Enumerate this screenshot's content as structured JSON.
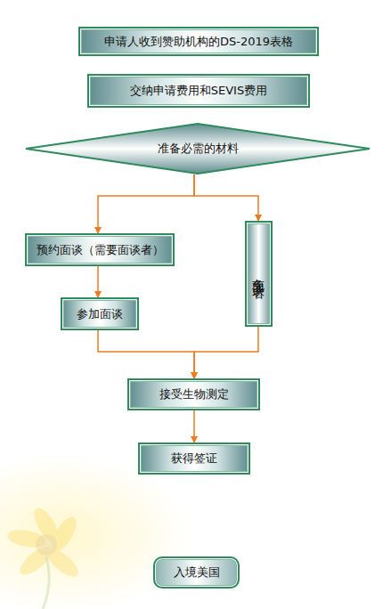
{
  "diagram": {
    "nodes": [
      {
        "text": [
          "申请人收到赞助机构的DS-2019表格"
        ]
      },
      {
        "text": [
          "交纳申请费用和SEVIS费用"
        ]
      },
      {
        "text": [
          "准备必需的材料"
        ]
      },
      {
        "text": [
          "预约面谈（需要面谈者）"
        ]
      },
      {
        "text": [
          "免面谈者"
        ]
      },
      {
        "text": [
          "参加面谈"
        ]
      },
      {
        "text": [
          "接受生物测定"
        ]
      },
      {
        "text": [
          "获得签证"
        ]
      },
      {
        "text": [
          "入境美国"
        ]
      }
    ],
    "edges": [
      {
        "from": 2,
        "to": 3,
        "arrow": "to"
      },
      {
        "from": 2,
        "to": 4,
        "arrow": "to"
      },
      {
        "from": 3,
        "to": 5,
        "arrow": "to"
      },
      {
        "from": 5,
        "to": 6,
        "arrow": "to"
      },
      {
        "from": 4,
        "to": 6,
        "arrow": "to"
      },
      {
        "from": 6,
        "to": 7,
        "arrow": "to"
      }
    ]
  }
}
